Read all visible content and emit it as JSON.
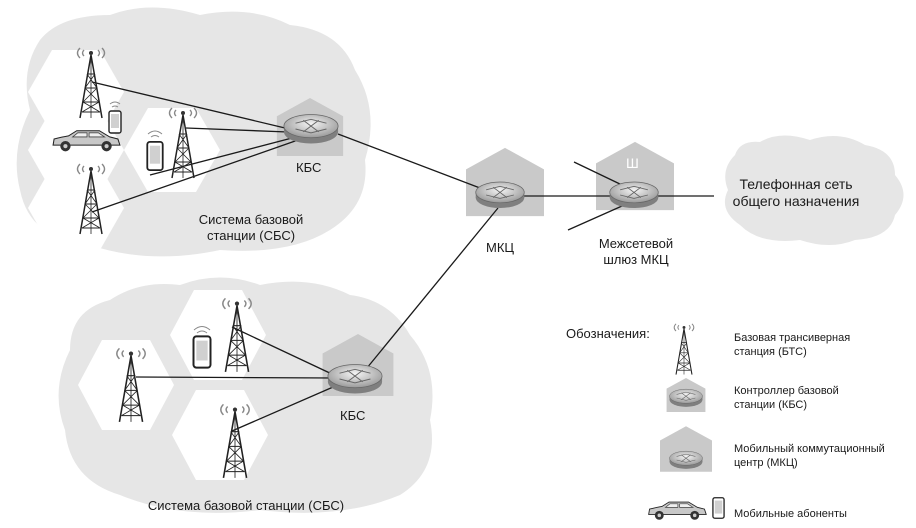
{
  "labels": {
    "bsc_top": "КБС",
    "bss_top_line1": "Система базовой",
    "bss_top_line2": "станции (СБС)",
    "msc": "МКЦ",
    "gateway_line1": "Межсетевой",
    "gateway_line2": "шлюз МКЦ",
    "gateway_mark": "Ш",
    "pstn_line1": "Телефонная сеть",
    "pstn_line2": "общего назначения",
    "bsc_bottom": "КБС",
    "bss_bottom": "Система базовой станции (СБС)"
  },
  "legend": {
    "title": "Обозначения:",
    "bts_line1": "Базовая трансиверная",
    "bts_line2": "станция (БТС)",
    "bsc_line1": "Контроллер базовой",
    "bsc_line2": "станции (КБС)",
    "msc_line1": "Мобильный коммутационный",
    "msc_line2": "центр (МКЦ)",
    "mobile": "Мобильные абоненты"
  },
  "colors": {
    "cloud": "#e6e6e6",
    "hexagon": "#ffffff",
    "building": "#c9c9c9",
    "router": "#bdbdbd",
    "line": "#1a1a1a"
  }
}
